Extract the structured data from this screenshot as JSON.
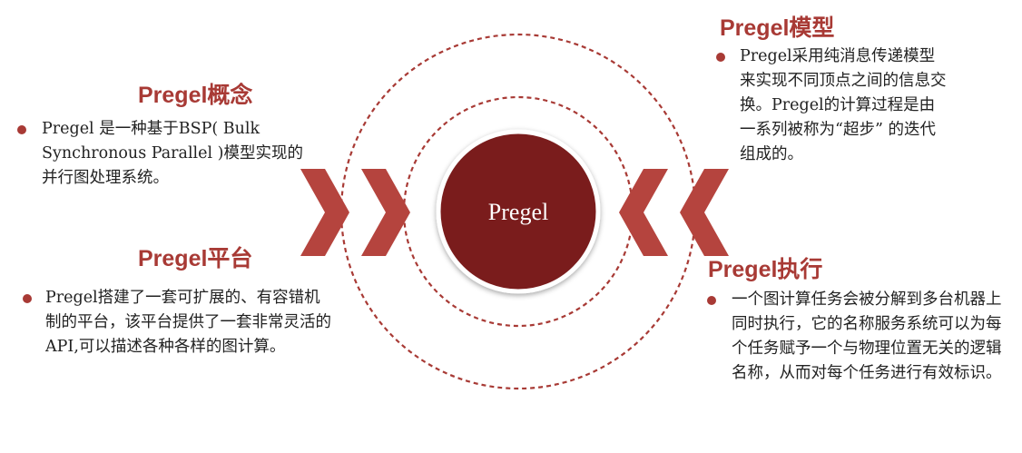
{
  "center": {
    "label": "Pregel"
  },
  "sections": {
    "concept": {
      "title": "Pregel概念",
      "text": "Pregel 是一种基于BSP( Bulk Synchronous Parallel )模型实现的并行图处理系统。"
    },
    "platform": {
      "title": "Pregel平台",
      "text": "Pregel搭建了一套可扩展的、有容错机制的平台，该平台提供了一套非常灵活的API,可以描述各种各样的图计算。"
    },
    "model": {
      "title": "Pregel模型",
      "text": "Pregel采用纯消息传递模型来实现不同顶点之间的信息交换。Pregel的计算过程是由一系列被称为“超步” 的迭代组成的。"
    },
    "execution": {
      "title": "Pregel执行",
      "text": "一个图计算任务会被分解到多台机器上同时执行，它的名称服务系统可以为每个任务赋予一个与物理位置无关的逻辑名称，从而对每个任务进行有效标识。"
    }
  },
  "colors": {
    "accent": "#a83a35",
    "center_fill": "#7a1e1e",
    "chevron": "#b5443e",
    "text": "#222222"
  }
}
